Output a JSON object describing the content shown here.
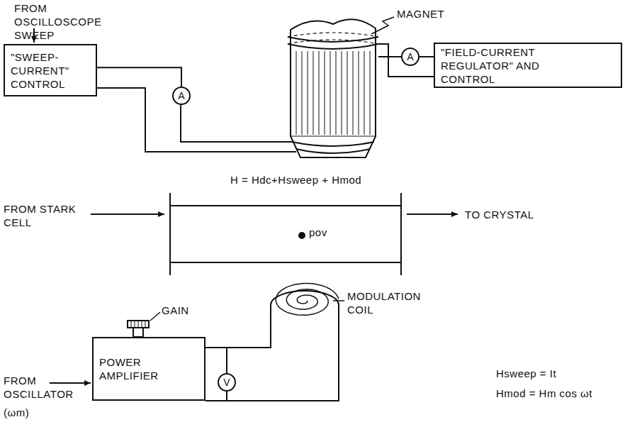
{
  "diagram": {
    "nodes": [
      {
        "text": [
          "\"SWEEP-CURRENT\" CONTROL"
        ]
      },
      {
        "text": [
          "A"
        ]
      },
      {
        "text": [
          "A"
        ]
      },
      {
        "text": [
          "\"FIELD-CURRENT REGULATOR\" AND CONTROL"
        ]
      },
      {
        "text": [
          "pov"
        ]
      },
      {
        "text": [
          "POWER AMPLIFIER"
        ]
      },
      {
        "text": [
          "V"
        ]
      }
    ],
    "edges": [
      {
        "from": 0,
        "to": 1,
        "arrow": "none"
      },
      {
        "from": 2,
        "to": 3,
        "arrow": "none"
      },
      {
        "from": 5,
        "to": 6,
        "arrow": "none"
      }
    ],
    "labels": [
      "FROM OSCILLOSCOPE SWEEP",
      "MAGNET",
      "H = Hdc+Hsweep + Hmod",
      "FROM STARK CELL",
      "TO CRYSTAL",
      "GAIN",
      "MODULATION COIL",
      "FROM OSCILLATOR",
      "(ωm)",
      "Hsweep = It",
      "Hmod = Hm cos ωt"
    ]
  }
}
